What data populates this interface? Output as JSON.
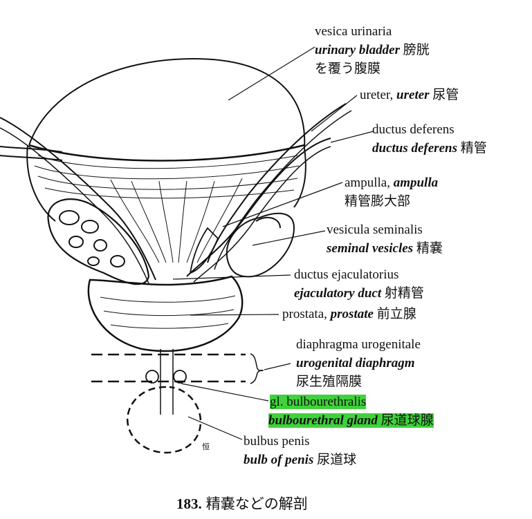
{
  "labels": {
    "bladder": {
      "latin": "vesica urinaria",
      "en": "urinary bladder",
      "jp": "膀胱",
      "jp2": "を覆う腹膜"
    },
    "ureter": {
      "latin": "ureter,",
      "en": "ureter",
      "jp": "尿管"
    },
    "ductus": {
      "latin": "ductus deferens",
      "en": "ductus deferens",
      "jp": "精管"
    },
    "ampulla": {
      "latin": "ampulla,",
      "en": "ampulla",
      "jp": "精管膨大部"
    },
    "vesicula": {
      "latin": "vesicula seminalis",
      "en": "seminal vesicles",
      "jp": "精嚢"
    },
    "ejac": {
      "latin": "ductus ejaculatorius",
      "en": "ejaculatory duct",
      "jp": "射精管"
    },
    "prostata": {
      "latin": "prostata,",
      "en": "prostate",
      "jp": "前立腺"
    },
    "diaphragm": {
      "latin": "diaphragma urogenitale",
      "en": "urogenital diaphragm",
      "jp": "尿生殖隔膜"
    },
    "bulbo": {
      "latin": "gl. bulbourethralis",
      "en": "bulbourethral gland",
      "jp": "尿道球腺"
    },
    "bulbus": {
      "latin": "bulbus penis",
      "en": "bulb of penis",
      "jp": "尿道球"
    }
  },
  "signature": "恒",
  "caption": {
    "number": "183.",
    "text": "精嚢などの解剖"
  },
  "colors": {
    "highlight": "#3fd23a",
    "ink": "#111111"
  }
}
